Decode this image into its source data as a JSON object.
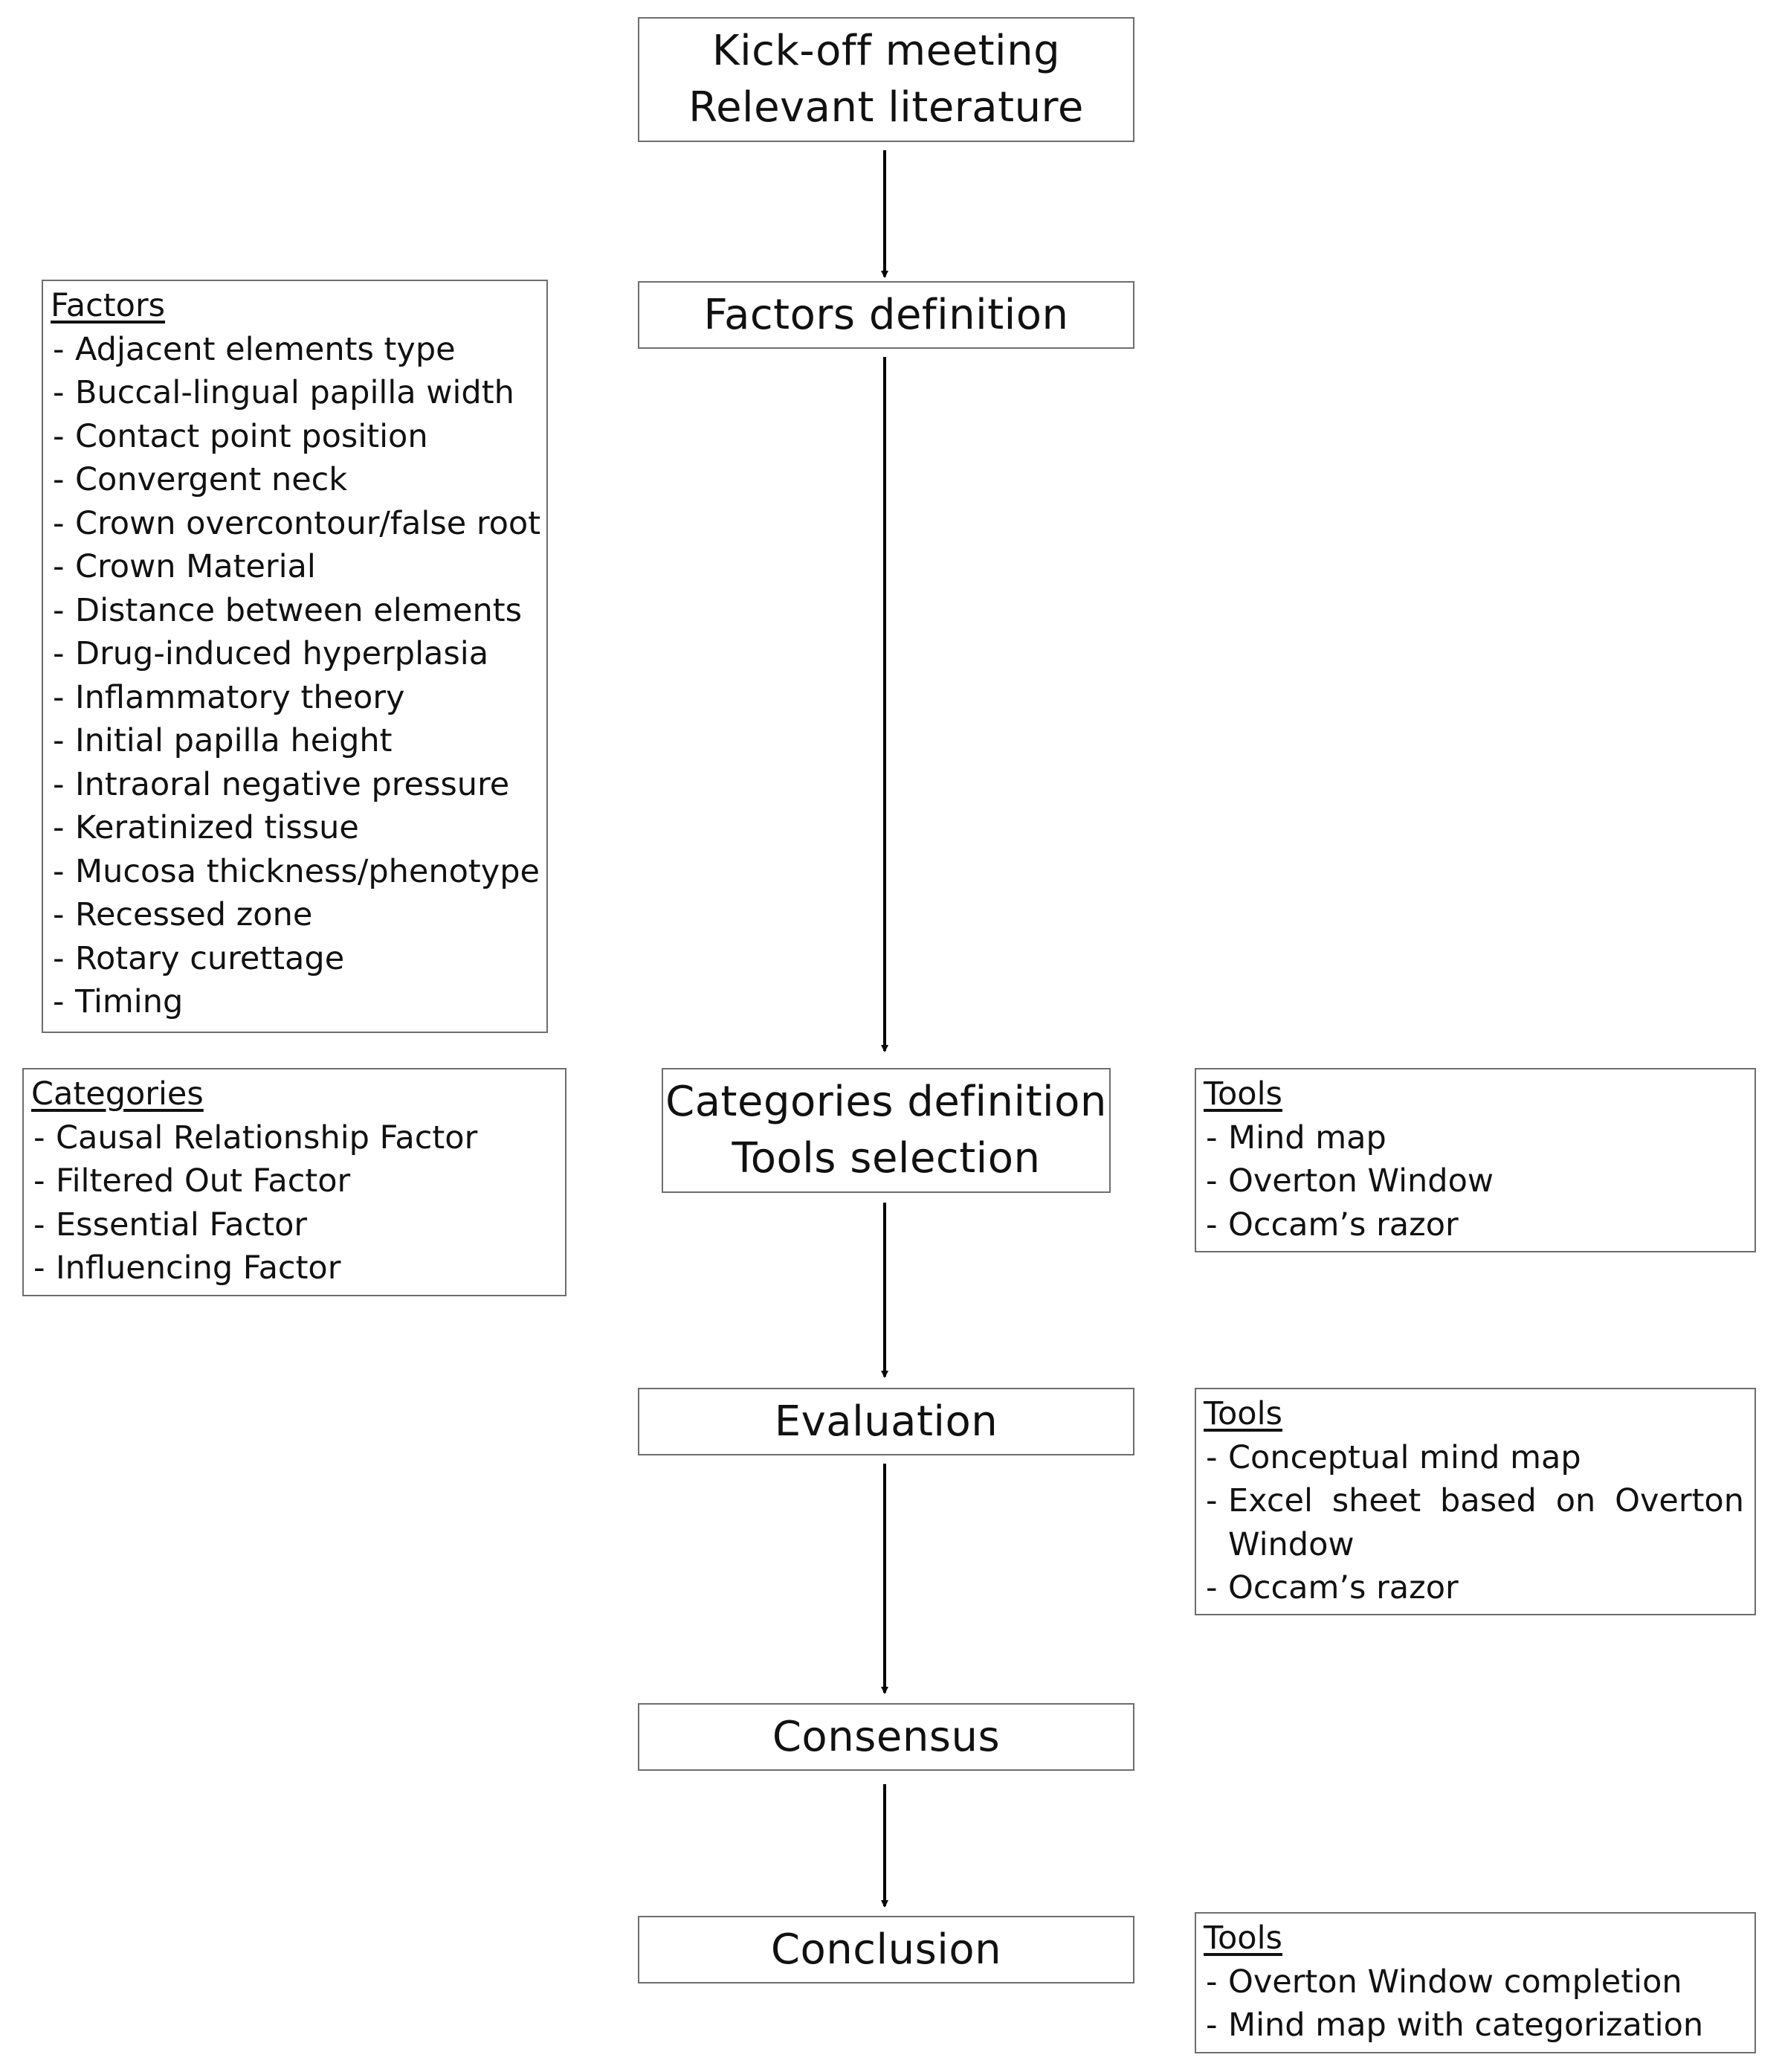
{
  "steps": {
    "kickoff": {
      "line1": "Kick-off meeting",
      "line2": "Relevant literature"
    },
    "factors_definition": {
      "line1": "Factors definition"
    },
    "categories_definition": {
      "line1": "Categories definition",
      "line2": "Tools selection"
    },
    "evaluation": {
      "line1": "Evaluation"
    },
    "consensus": {
      "line1": "Consensus"
    },
    "conclusion": {
      "line1": "Conclusion"
    }
  },
  "factors_panel": {
    "heading": "Factors",
    "items": [
      "Adjacent elements type",
      "Buccal-lingual papilla width",
      "Contact point position",
      "Convergent neck",
      "Crown overcontour/false root",
      "Crown Material",
      "Distance between elements",
      "Drug-induced hyperplasia",
      "Inflammatory theory",
      "Initial papilla height",
      "Intraoral negative pressure",
      "Keratinized tissue",
      "Mucosa thickness/phenotype",
      "Recessed zone",
      "Rotary curettage",
      "Timing"
    ]
  },
  "categories_panel": {
    "heading": "Categories",
    "items": [
      "Causal Relationship Factor",
      "Filtered Out Factor",
      "Essential Factor",
      "Influencing Factor"
    ]
  },
  "tools_selection_panel": {
    "heading": "Tools",
    "items": [
      "Mind map",
      "Overton Window",
      "Occam’s razor"
    ]
  },
  "tools_evaluation_panel": {
    "heading": "Tools",
    "items": [
      "Conceptual mind map",
      "Excel sheet based on Overton Window",
      "Occam’s razor"
    ]
  },
  "tools_conclusion_panel": {
    "heading": "Tools",
    "items": [
      "Overton Window completion",
      "Mind map with categorization"
    ]
  },
  "colors": {
    "border": "#6e6e6e",
    "arrow": "#000000",
    "text": "#111111",
    "background": "#ffffff"
  }
}
